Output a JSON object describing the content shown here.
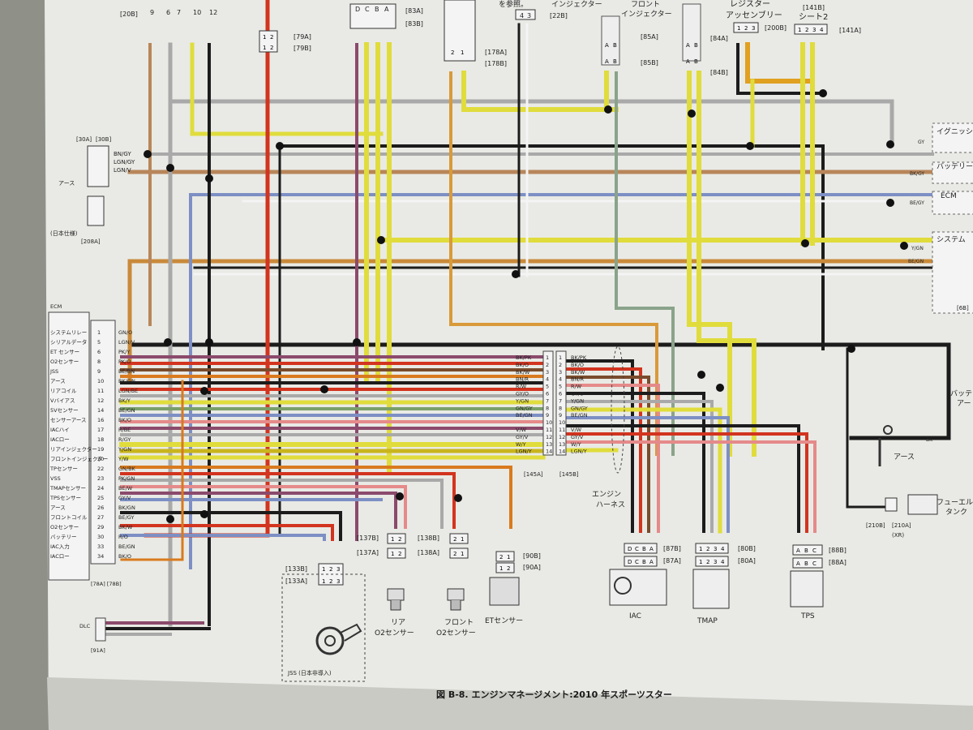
{
  "caption": "図 B-8. エンジンマネージメント:2010 年スポーツスター",
  "colors": {
    "paper": "#e9eae5",
    "shadow": "#8f9189",
    "black": "#1c1c1c",
    "red": "#d2341f",
    "yellow": "#e0dc3c",
    "yellow_dark": "#c9b51e",
    "orange": "#d97a1e",
    "tan": "#b8865a",
    "gray": "#a9a9a9",
    "blue": "#7d8fc4",
    "green": "#7aa06a",
    "violet": "#8b4a6c",
    "pink": "#e58a8a",
    "white": "#f4f4f4",
    "brown": "#7a4b2c"
  },
  "top_connectors": {
    "c20b": "[20B]",
    "c20b_pins": [
      "9",
      "6",
      "7",
      "10",
      "12"
    ],
    "c79a": "[79A]",
    "c79b": "[79B]",
    "c83a": "[83A]",
    "c83b": "[83B]",
    "pins_dcba": [
      "D",
      "C",
      "B",
      "A"
    ],
    "sanshou": "を参照。",
    "injector_top": "インジェクター",
    "c22b": "[22B]",
    "c22b_pins": [
      "4",
      "3"
    ],
    "c178a": "[178A]",
    "c178b": "[178B]",
    "front_injector_1": "フロント",
    "front_injector_2": "インジェクター",
    "c85a": "[85A]",
    "c85b": "[85B]",
    "c84a": "[84A]",
    "c84b": "[84B]",
    "pins_ab": [
      "A",
      "B"
    ],
    "regulator_1": "レジスター",
    "regulator_2": "アッセンブリー",
    "c200b": "[200B]",
    "c200b_pins": [
      "1",
      "2",
      "3"
    ],
    "c141b": "[141B]",
    "seat2": "シート2",
    "c141a": "[141A]",
    "c141_pins": [
      "1",
      "2",
      "3",
      "4"
    ]
  },
  "left_block": {
    "c30a": "[30A]",
    "c30b": "[30B]",
    "c208a": "[208A]",
    "rows": [
      "BN/GY",
      "LGN/GY",
      "LGN/V"
    ],
    "earth": "アース",
    "japan_note": "(日本仕様)"
  },
  "ecm_pins": [
    {
      "label": "システムリレー",
      "pin": "1",
      "wire": "GN/O"
    },
    {
      "label": "シリアルデータ",
      "pin": "5",
      "wire": "LGN/V"
    },
    {
      "label": "ET センサー",
      "pin": "6",
      "wire": "PK/Y"
    },
    {
      "label": "O2センサー",
      "pin": "8",
      "wire": "PK/O"
    },
    {
      "label": "JSS",
      "pin": "9",
      "wire": "BE/BN"
    },
    {
      "label": "アース",
      "pin": "10",
      "wire": "BK/GN"
    },
    {
      "label": "リアコイル",
      "pin": "11",
      "wire": "LGN/BE"
    },
    {
      "label": "Vバイアス",
      "pin": "12",
      "wire": "BK/Y"
    },
    {
      "label": "5Vセンサー",
      "pin": "14",
      "wire": "BE/GN"
    },
    {
      "label": "センサーアース",
      "pin": "16",
      "wire": "BK/O"
    },
    {
      "label": "IACハイ",
      "pin": "17",
      "wire": "R/BE"
    },
    {
      "label": "IACロー",
      "pin": "18",
      "wire": "R/GY"
    },
    {
      "label": "リアインジェクター",
      "pin": "19",
      "wire": "Y/GN"
    },
    {
      "label": "フロントインジェクター",
      "pin": "20",
      "wire": "Y/W"
    },
    {
      "label": "TPセンサー",
      "pin": "22",
      "wire": "GN/BK"
    },
    {
      "label": "VSS",
      "pin": "23",
      "wire": "PK/GN"
    },
    {
      "label": "TMAPセンサー",
      "pin": "24",
      "wire": "BE/W"
    },
    {
      "label": "TPSセンサー",
      "pin": "25",
      "wire": "GY/V"
    },
    {
      "label": "アース",
      "pin": "26",
      "wire": "BK/GN"
    },
    {
      "label": "フロントコイル",
      "pin": "27",
      "wire": "BE/GY"
    },
    {
      "label": "O2センサー",
      "pin": "29",
      "wire": "BK/W"
    },
    {
      "label": "バッテリー",
      "pin": "30",
      "wire": "R/O"
    },
    {
      "label": "IAC入力",
      "pin": "33",
      "wire": "BE/GN"
    },
    {
      "label": "IACロー",
      "pin": "34",
      "wire": "BK/O"
    }
  ],
  "ecm_label": "ECM",
  "ecm_connectors": "[78A] [78B]",
  "dlc": "DLC",
  "c91a": "[91A]",
  "c145": {
    "c145a": "[145A]",
    "c145b": "[145B]",
    "left_wires": [
      "BK/PK",
      "BK/O",
      "BK/W",
      "BN/R",
      "R/W",
      "GY/O",
      "Y/GN",
      "GN/GY",
      "BE/GN",
      "",
      "V/W",
      "GY/V",
      "W/Y",
      "LGN/Y"
    ],
    "right_wires": [
      "BK/PK",
      "BK/O",
      "BK/W",
      "BN/R",
      "R/W",
      "GY/O",
      "Y/GN",
      "GN/GY",
      "BE/GN",
      "",
      "V/W",
      "GY/V",
      "W/Y",
      "LGN/Y"
    ],
    "pins": [
      "1",
      "2",
      "3",
      "4",
      "5",
      "6",
      "7",
      "8",
      "9",
      "10",
      "11",
      "12",
      "13",
      "14"
    ]
  },
  "engine_harness": [
    "エンジン",
    "ハーネス"
  ],
  "bottom_connectors": {
    "c133b": "[133B]",
    "c133a": "[133A]",
    "pins_123": [
      "1",
      "2",
      "3"
    ],
    "jss": "JSS (日本非導入)",
    "c137b": "[137B]",
    "c137a": "[137A]",
    "pins_12": [
      "1",
      "2"
    ],
    "rear_o2_1": "リア",
    "rear_o2_2": "O2センサー",
    "c138b": "[138B]",
    "c138a": "[138A]",
    "pins_21": [
      "2",
      "1"
    ],
    "front_o2_1": "フロント",
    "front_o2_2": "O2センサー",
    "c90b": "[90B]",
    "c90a": "[90A]",
    "et_sensor": "ETセンサー",
    "c87b": "[87B]",
    "c87a": "[87A]",
    "iac": "IAC",
    "c80b": "[80B]",
    "c80a": "[80A]",
    "pins_1234": [
      "1",
      "2",
      "3",
      "4"
    ],
    "tmap": "TMAP",
    "c88b": "[88B]",
    "c88a": "[88A]",
    "pins_abc": [
      "A",
      "B",
      "C"
    ],
    "tps": "TPS"
  },
  "right_block": {
    "ignition": "イグニッシ",
    "battery": "バッテリー",
    "ecm_short": "ECM",
    "system": "システム",
    "c6b": "[6B]",
    "battery_earth_1": "バッテ",
    "battery_earth_2": "アー",
    "earth": "アース",
    "fuel_1": "フューエル",
    "fuel_2": "タンク",
    "c210b": "[210B]",
    "c210a": "[210A]",
    "xr": "(XR)",
    "wire_gy": "GY",
    "wire_bkgy": "BK/GY",
    "wire_begy": "BE/GY",
    "wire_ygn": "Y/GN",
    "wire_begn": "BE/GN",
    "wire_bk": "BK"
  }
}
